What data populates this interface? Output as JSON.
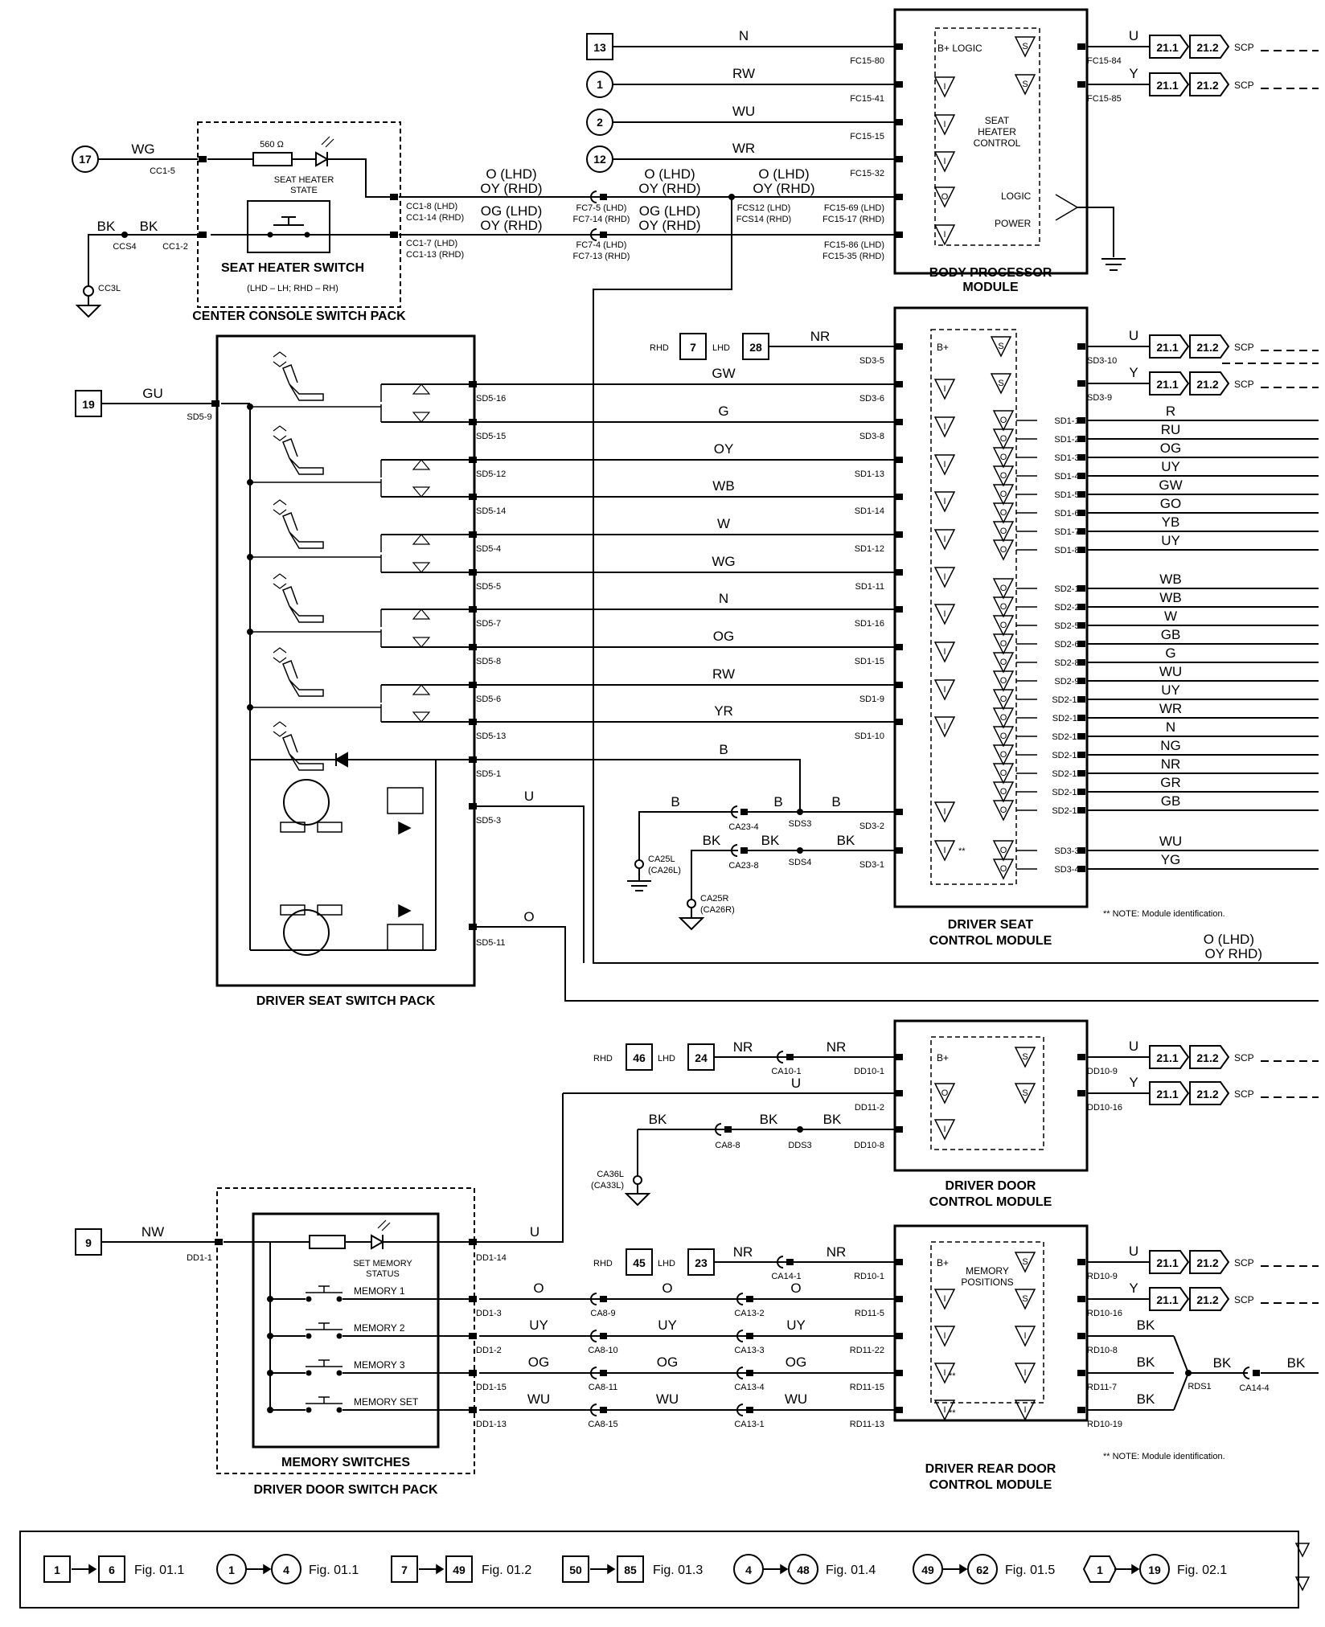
{
  "modules": {
    "bpm": {
      "title": [
        "BODY PROCESSOR",
        "MODULE"
      ],
      "inner": [
        "SEAT",
        "HEATER",
        "CONTROL"
      ],
      "b_logic": "B+ LOGIC",
      "logic": "LOGIC",
      "power": "POWER"
    },
    "dscm": {
      "title": [
        "DRIVER SEAT",
        "CONTROL MODULE"
      ],
      "bplus": "B+",
      "note": "** NOTE: Module identification."
    },
    "ddcm": {
      "title": [
        "DRIVER DOOR",
        "CONTROL MODULE"
      ],
      "bplus": "B+"
    },
    "drdcm": {
      "title": [
        "DRIVER REAR DOOR",
        "CONTROL MODULE"
      ],
      "bplus": "B+",
      "inner": [
        "MEMORY",
        "POSITIONS"
      ],
      "note": "** NOTE: Module identification."
    },
    "ccsp": {
      "title": "CENTER CONSOLE SWITCH PACK",
      "switch_title": "SEAT HEATER SWITCH",
      "switch_sub": "(LHD – LH; RHD – RH)",
      "resistor": "560 Ω",
      "led_label": [
        "SEAT HEATER",
        "STATE"
      ]
    },
    "dssp": {
      "title": "DRIVER SEAT SWITCH PACK"
    },
    "ddsp": {
      "title": "DRIVER DOOR SWITCH PACK",
      "inner_title": "MEMORY SWITCHES",
      "status": [
        "SET MEMORY",
        "STATUS"
      ],
      "switches": [
        "MEMORY 1",
        "MEMORY 2",
        "MEMORY 3",
        "MEMORY SET"
      ]
    }
  },
  "bpm_inputs": [
    {
      "ref": "13",
      "color": "N",
      "pin": "FC15-80"
    },
    {
      "ref": "1",
      "color": "RW",
      "pin": "FC15-41"
    },
    {
      "ref": "2",
      "color": "WU",
      "pin": "FC15-15"
    },
    {
      "ref": "12",
      "color": "WR",
      "pin": "FC15-32"
    }
  ],
  "bpm_outputs": [
    {
      "color": "U",
      "pin": "FC15-84",
      "a": "21.1",
      "b": "21.2",
      "label": "SCP"
    },
    {
      "color": "Y",
      "pin": "FC15-85",
      "a": "21.1",
      "b": "21.2",
      "label": "SCP"
    }
  ],
  "heater": {
    "ref": "17",
    "wire_wg": "WG",
    "pin_cc15": "CC1-5",
    "pin_cc18": [
      "CC1-8 (LHD)",
      "CC1-14 (RHD)"
    ],
    "pin_cc17": [
      "CC1-7 (LHD)",
      "CC1-13 (RHD)"
    ],
    "bk": "BK",
    "ccs4": "CCS4",
    "cc12": "CC1-2",
    "gnd": "CC3L",
    "o_lhd": "O (LHD)",
    "oy_rhd": "OY (RHD)",
    "og_lhd": "OG (LHD)",
    "fc7_a": [
      "FC7-5 (LHD)",
      "FC7-14 (RHD)"
    ],
    "fc7_b": [
      "FC7-4 (LHD)",
      "FC7-13 (RHD)"
    ],
    "fcs": [
      "FCS12 (LHD)",
      "FCS14 (RHD)"
    ],
    "fc15_a": [
      "FC15-69 (LHD)",
      "FC15-17 (RHD)"
    ],
    "fc15_b": [
      "FC15-86 (LHD)",
      "FC15-35 (RHD)"
    ]
  },
  "dscm_power": {
    "rhd": "RHD",
    "rhd_ref": "7",
    "lhd": "LHD",
    "lhd_ref": "28",
    "color": "NR",
    "pin": "SD3-5"
  },
  "dscm_outputs": [
    {
      "color": "U",
      "pin": "SD3-10",
      "a": "21.1",
      "b": "21.2",
      "label": "SCP"
    },
    {
      "color": "Y",
      "pin": "SD3-9",
      "a": "21.1",
      "b": "21.2",
      "label": "SCP"
    }
  ],
  "seat_switch": {
    "ref": "19",
    "color": "GU",
    "pin": "SD5-9"
  },
  "seat_wires": [
    {
      "color": "GW",
      "left": "SD5-16",
      "right": "SD3-6"
    },
    {
      "color": "G",
      "left": "SD5-15",
      "right": "SD3-8"
    },
    {
      "color": "OY",
      "left": "SD5-12",
      "right": "SD1-13"
    },
    {
      "color": "WB",
      "left": "SD5-14",
      "right": "SD1-14"
    },
    {
      "color": "W",
      "left": "SD5-4",
      "right": "SD1-12"
    },
    {
      "color": "WG",
      "left": "SD5-5",
      "right": "SD1-11"
    },
    {
      "color": "N",
      "left": "SD5-7",
      "right": "SD1-16"
    },
    {
      "color": "OG",
      "left": "SD5-8",
      "right": "SD1-15"
    },
    {
      "color": "RW",
      "left": "SD5-6",
      "right": "SD1-9"
    },
    {
      "color": "YR",
      "left": "SD5-13",
      "right": "SD1-10"
    }
  ],
  "seat_low": {
    "sd51": "SD5-1",
    "b": "B",
    "ca234": "CA23-4",
    "sds3": "SDS3",
    "sd32": "SD3-2",
    "gnd1": [
      "CA25L",
      "(CA26L)"
    ],
    "bk": "BK",
    "ca238": "CA23-8",
    "sds4": "SDS4",
    "sd31": "SD3-1",
    "gnd2": [
      "CA25R",
      "(CA26R)"
    ],
    "u": "U",
    "sd53": "SD5-3",
    "o": "O",
    "sd511": "SD5-11",
    "bottom1": "O (LHD)",
    "bottom2": "OY RHD)"
  },
  "motor_outputs": [
    {
      "pin": "SD1-1",
      "color": "R"
    },
    {
      "pin": "SD1-2",
      "color": "RU"
    },
    {
      "pin": "SD1-3",
      "color": "OG"
    },
    {
      "pin": "SD1-4",
      "color": "UY"
    },
    {
      "pin": "SD1-5",
      "color": "GW"
    },
    {
      "pin": "SD1-6",
      "color": "GO"
    },
    {
      "pin": "SD1-7",
      "color": "YB"
    },
    {
      "pin": "SD1-8",
      "color": "UY"
    },
    {
      "pin": "SD2-1",
      "color": "WB"
    },
    {
      "pin": "SD2-2",
      "color": "WB"
    },
    {
      "pin": "SD2-5",
      "color": "W"
    },
    {
      "pin": "SD2-6",
      "color": "GB"
    },
    {
      "pin": "SD2-8",
      "color": "G"
    },
    {
      "pin": "SD2-9",
      "color": "WU"
    },
    {
      "pin": "SD2-10",
      "color": "UY"
    },
    {
      "pin": "SD2-11",
      "color": "WR"
    },
    {
      "pin": "SD2-12",
      "color": "N"
    },
    {
      "pin": "SD2-14",
      "color": "NG"
    },
    {
      "pin": "SD2-15",
      "color": "NR"
    },
    {
      "pin": "SD2-18",
      "color": "GR"
    },
    {
      "pin": "SD2-19",
      "color": "GB"
    },
    {
      "pin": "SD3-3",
      "color": "WU"
    },
    {
      "pin": "SD3-4",
      "color": "YG"
    }
  ],
  "ddcm_data": {
    "rhd": "RHD",
    "rhd_ref": "46",
    "lhd": "LHD",
    "lhd_ref": "24",
    "nr": "NR",
    "ca101": "CA10-1",
    "dd101": "DD10-1",
    "u": "U",
    "dd112": "DD11-2",
    "bk": "BK",
    "ca88": "CA8-8",
    "dds3": "DDS3",
    "dd108": "DD10-8",
    "gnd": [
      "CA36L",
      "(CA33L)"
    ],
    "outputs": [
      {
        "color": "U",
        "pin": "DD10-9",
        "a": "21.1",
        "b": "21.2",
        "label": "SCP"
      },
      {
        "color": "Y",
        "pin": "DD10-16",
        "a": "21.1",
        "b": "21.2",
        "label": "SCP"
      }
    ]
  },
  "drdcm_data": {
    "rhd": "RHD",
    "rhd_ref": "45",
    "lhd": "LHD",
    "lhd_ref": "23",
    "nr": "NR",
    "ca141": "CA14-1",
    "rd101": "RD10-1",
    "outputs": [
      {
        "color": "U",
        "pin": "RD10-9",
        "a": "21.1",
        "b": "21.2",
        "label": "SCP"
      },
      {
        "color": "Y",
        "pin": "RD10-16",
        "a": "21.1",
        "b": "21.2",
        "label": "SCP"
      }
    ],
    "bk": "BK",
    "rd108": "RD10-8",
    "rd117": "RD11-7",
    "rd1019": "RD10-19",
    "rds1": "RDS1",
    "ca144": "CA14-4"
  },
  "memory": {
    "ref": "9",
    "nw": "NW",
    "dd11": "DD1-1",
    "u": "U",
    "dd114": "DD1-14",
    "rows": [
      {
        "color": "O",
        "a": "DD1-3",
        "b": "CA8-9",
        "c": "CA13-2",
        "d": "RD11-5"
      },
      {
        "color": "UY",
        "a": "DD1-2",
        "b": "CA8-10",
        "c": "CA13-3",
        "d": "RD11-22"
      },
      {
        "color": "OG",
        "a": "DD1-15",
        "b": "CA8-11",
        "c": "CA13-4",
        "d": "RD11-15"
      },
      {
        "color": "WU",
        "a": "DD1-13",
        "b": "CA8-15",
        "c": "CA13-1",
        "d": "RD11-13"
      }
    ]
  },
  "legend": [
    {
      "a": "1",
      "b": "6",
      "fig": "Fig. 01.1",
      "shape": "square"
    },
    {
      "a": "1",
      "b": "4",
      "fig": "Fig. 01.1",
      "shape": "circle"
    },
    {
      "a": "7",
      "b": "49",
      "fig": "Fig. 01.2",
      "shape": "square"
    },
    {
      "a": "50",
      "b": "85",
      "fig": "Fig. 01.3",
      "shape": "square"
    },
    {
      "a": "4",
      "b": "48",
      "fig": "Fig. 01.4",
      "shape": "circle"
    },
    {
      "a": "49",
      "b": "62",
      "fig": "Fig. 01.5",
      "shape": "circle"
    },
    {
      "a": "1",
      "b": "19",
      "fig": "Fig. 02.1",
      "shape": "hex"
    }
  ]
}
